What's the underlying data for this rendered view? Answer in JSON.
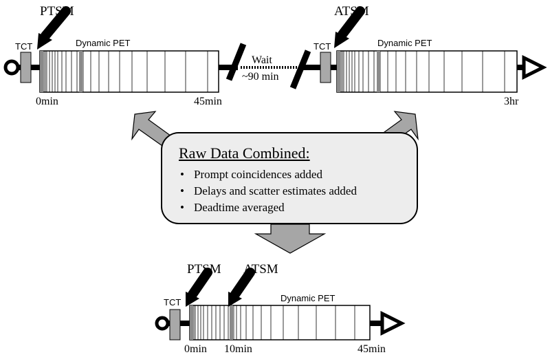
{
  "top_left": {
    "tracer_label": "PTSM",
    "tct_label": "TCT",
    "bar_label": "Dynamic PET",
    "start_label": "0min",
    "end_label": "45min"
  },
  "wait": {
    "line1": "Wait",
    "line2": "~90 min"
  },
  "top_right": {
    "tracer_label": "ATSM",
    "tct_label": "TCT",
    "bar_label": "Dynamic PET",
    "end_label": "3hr"
  },
  "combined_box": {
    "title": "Raw Data Combined:",
    "items": [
      "Prompt coincidences added",
      "Delays and scatter estimates added",
      "Deadtime averaged"
    ]
  },
  "bottom": {
    "tracer1_label": "PTSM",
    "tracer2_label": "ATSM",
    "tct_label": "TCT",
    "bar_label": "Dynamic PET",
    "start_label": "0min",
    "mid_label": "10min",
    "end_label": "45min"
  },
  "colors": {
    "tct_fill": "#a9a9a9",
    "box_fill": "#ededed",
    "arrow_fill": "#a6a6a6",
    "line": "#000000"
  }
}
